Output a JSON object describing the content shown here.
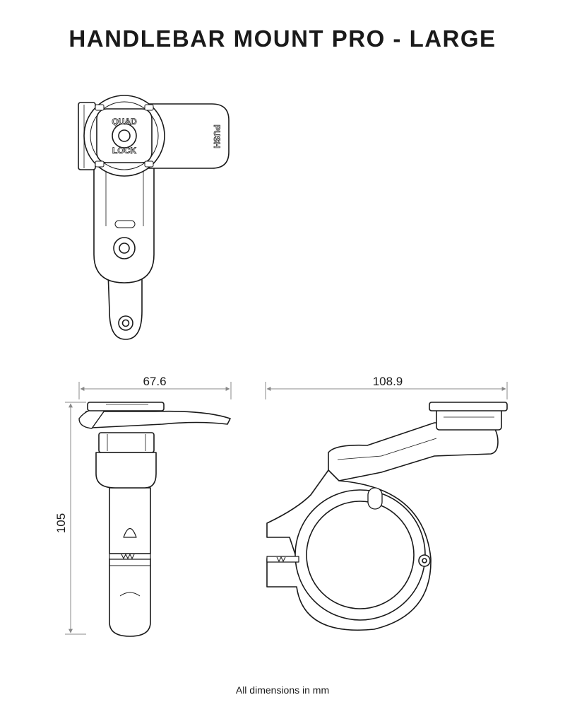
{
  "title": "HANDLEBAR MOUNT PRO - LARGE",
  "footer": "All dimensions in mm",
  "views": {
    "top": {
      "brand_top": "QUAD",
      "brand_bottom": "LOCK",
      "push_label": "PUSH"
    },
    "front": {
      "width_label": "67.6",
      "height_label": "105"
    },
    "side": {
      "width_label": "108.9"
    }
  },
  "colors": {
    "line": "#1a1a1a",
    "fill": "#ffffff",
    "dim_line": "#888888"
  }
}
